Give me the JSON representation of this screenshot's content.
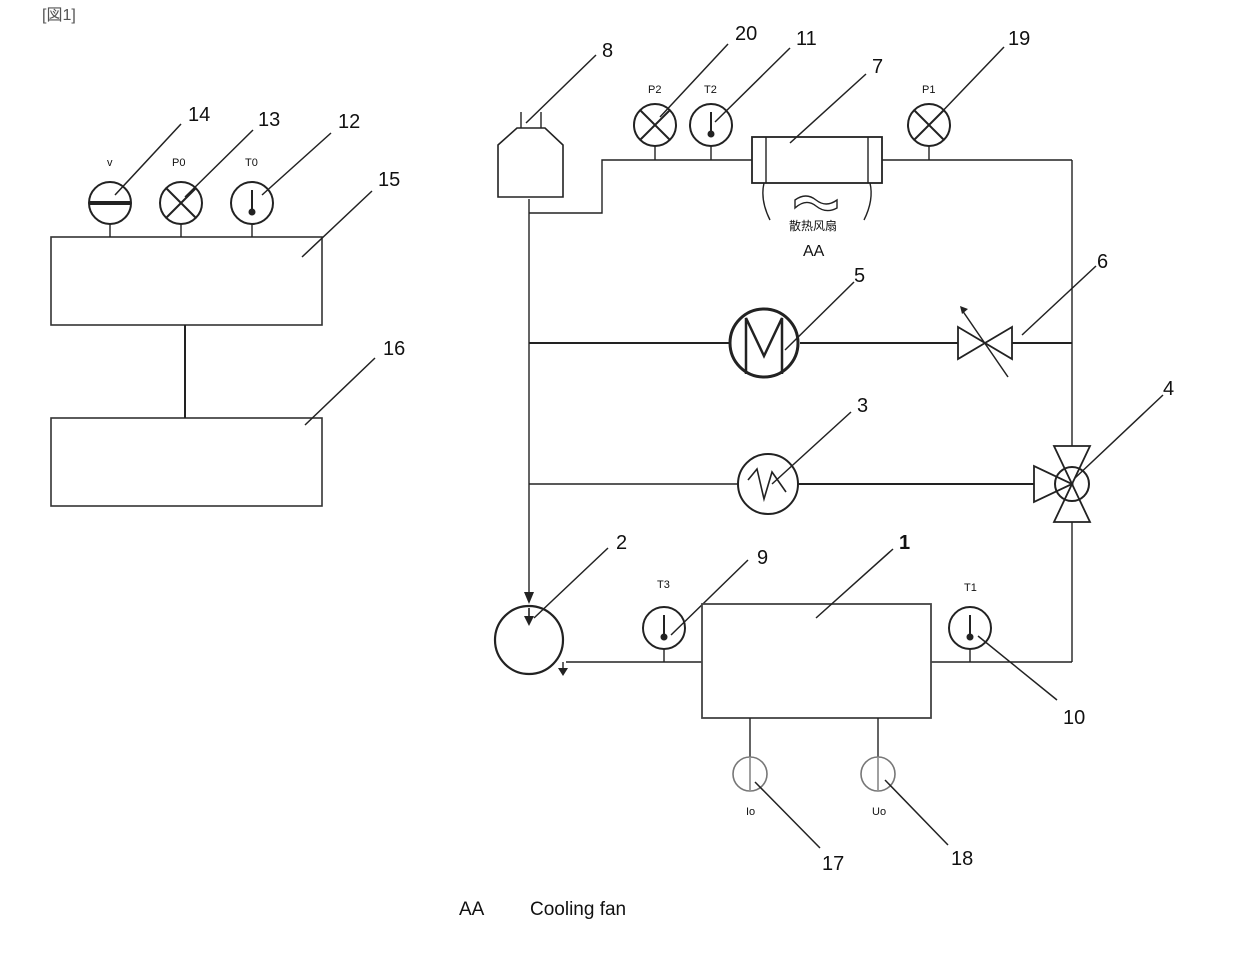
{
  "header": "[図1]",
  "sensors_left": {
    "v": "v",
    "p0": "P0",
    "t0": "T0"
  },
  "sensors_circuit": {
    "p2": "P2",
    "t2": "T2",
    "p1": "P1",
    "t3": "T3",
    "t1": "T1",
    "io": "Io",
    "uo": "Uo"
  },
  "numbers": {
    "n1": "1",
    "n2": "2",
    "n3": "3",
    "n4": "4",
    "n5": "5",
    "n6": "6",
    "n7": "7",
    "n8": "8",
    "n9": "9",
    "n10": "10",
    "n11": "11",
    "n12": "12",
    "n13": "13",
    "n14": "14",
    "n15": "15",
    "n16": "16",
    "n17": "17",
    "n18": "18",
    "n19": "19",
    "n20": "20"
  },
  "fan": {
    "chinese_label": "散热风扇",
    "code": "AA"
  },
  "legend": {
    "code": "AA",
    "text": "Cooling fan"
  }
}
